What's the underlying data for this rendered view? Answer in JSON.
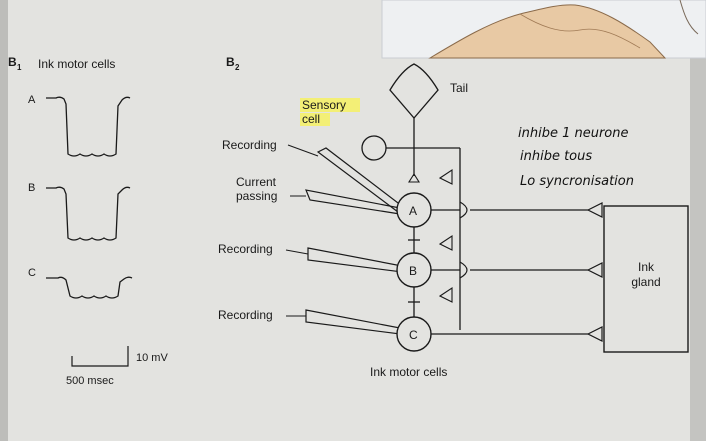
{
  "panel_b1": {
    "label": "B",
    "label_sub": "1",
    "title": "Ink motor cells",
    "traces": [
      {
        "label": "A"
      },
      {
        "label": "B"
      },
      {
        "label": "C"
      }
    ],
    "scale_voltage": "10 mV",
    "scale_time": "500 msec"
  },
  "panel_b2": {
    "label": "B",
    "label_sub": "2",
    "tail": "Tail",
    "sensory_line1": "Sensory",
    "sensory_line2": "cell",
    "recording_1": "Recording",
    "current_line1": "Current",
    "current_line2": "passing",
    "recording_2": "Recording",
    "recording_3": "Recording",
    "cell_a": "A",
    "cell_b": "B",
    "cell_c": "C",
    "gland_line1": "Ink",
    "gland_line2": "gland",
    "motor_cells": "Ink motor cells"
  },
  "annotations": {
    "line1": "inhibe 1 neurone",
    "line2": "inhibe tous",
    "line3": "Lo syncronisation"
  },
  "colors": {
    "paper": "#e3e3e0",
    "ink": "#1a1a1a",
    "highlight": "#f4f06a",
    "photo": "#eef0f2"
  }
}
